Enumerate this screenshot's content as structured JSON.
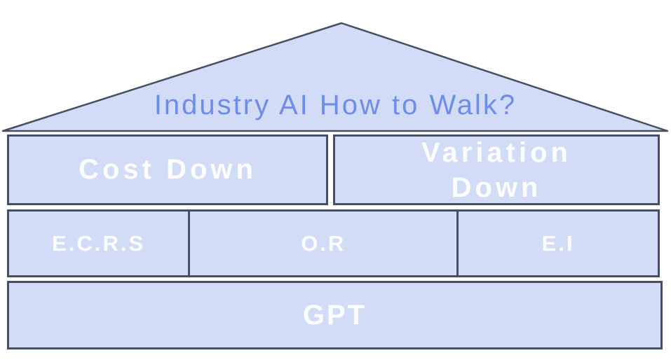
{
  "colors": {
    "fill": "#d2dcf6",
    "border": "#474f63",
    "title_text": "#6d8de8",
    "box_text": "#fdfdff",
    "bg": "#ffffff"
  },
  "roof": {
    "title": "Industry AI How to Walk?"
  },
  "rows": [
    {
      "name": "goals",
      "cells": [
        {
          "label": "Cost Down"
        },
        {
          "label": "Variation Down"
        }
      ]
    },
    {
      "name": "methods",
      "cells": [
        {
          "label": "E.C.R.S"
        },
        {
          "label": "O.R"
        },
        {
          "label": "E.I"
        }
      ]
    },
    {
      "name": "base",
      "cells": [
        {
          "label": "GPT"
        }
      ]
    }
  ]
}
